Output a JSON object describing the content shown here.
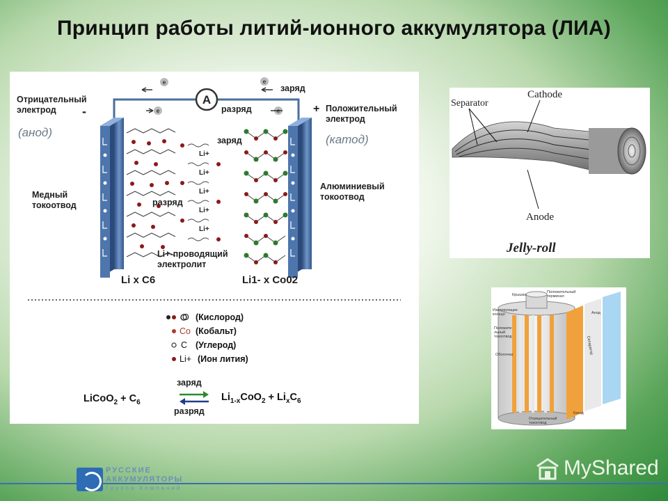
{
  "title": "Принцип работы литий-ионного аккумулятора (ЛИА)",
  "diagram": {
    "neg_electrode": "Отрицательный\nэлектрод",
    "neg_sign": "-",
    "anode": "(анод)",
    "pos_sign": "+",
    "pos_electrode": "Положительный\nэлектрод",
    "cathode": "(катод)",
    "charge_top": "заряд",
    "discharge_top": "разряд",
    "charge_mid": "заряд",
    "discharge_mid": "разряд",
    "ammeter": "A",
    "electron": "e",
    "li_ion": "Li+",
    "copper": "Медный\nтокоотвод",
    "aluminum": "Алюминиевый\nтокоотвод",
    "electrolyte": "Li+-проводящий\nэлектролит",
    "anode_formula": "Li x C6",
    "cathode_formula": "Li1- x Co02"
  },
  "legend": [
    {
      "symbol": "O",
      "text": "(Кислород)",
      "color": "#222222"
    },
    {
      "symbol": "Co",
      "text": "(Кобальт)",
      "color": "#b03a2e"
    },
    {
      "symbol": "C",
      "text": "(Углерод)",
      "color": "#555555"
    },
    {
      "symbol": "Li+",
      "text": "(Ион лития)",
      "color": "#8b1a1a"
    }
  ],
  "equation": {
    "left_a": "LiCoO",
    "left_a_sub": "2",
    "left_b": " + C",
    "left_b_sub": "6",
    "charge": "заряд",
    "discharge": "разряд",
    "right_a": "Li",
    "right_a_sub": "1-x",
    "right_b": "CoO",
    "right_b_sub": "2",
    "right_c": " + Li",
    "right_c_sub": "x",
    "right_d": "C",
    "right_d_sub": "6"
  },
  "jelly_roll": {
    "separator": "Separator",
    "cathode": "Cathode",
    "anode": "Anode",
    "caption": "Jelly-roll"
  },
  "cylinder": {
    "cap": "Крышка",
    "pos_terminal": "Положительный\nтерминал",
    "insulator": "Изолирующее\nкольцо",
    "pos_collector": "Положите\nльный\nтокоотвод",
    "shell": "Оболочка",
    "anode": "Анод",
    "separator": "Сепаратор",
    "cathode": "Катод",
    "neg_collector": "Отрицательный\nтокоотвод"
  },
  "footer": {
    "logo_line1": "РУССКИЕ",
    "logo_line2": "АККУМУЛЯТОРЫ",
    "logo_line3": "Группа Компаний",
    "watermark": "MyShared"
  },
  "colors": {
    "electrode_blue": "#5a82b8",
    "copper_bar": "#3e5f94",
    "legend_red": "#b03a2e",
    "separator_orange": "#f1a13b",
    "anode_blue": "#a9d6f2",
    "footer_blue": "#3a6fb0"
  }
}
